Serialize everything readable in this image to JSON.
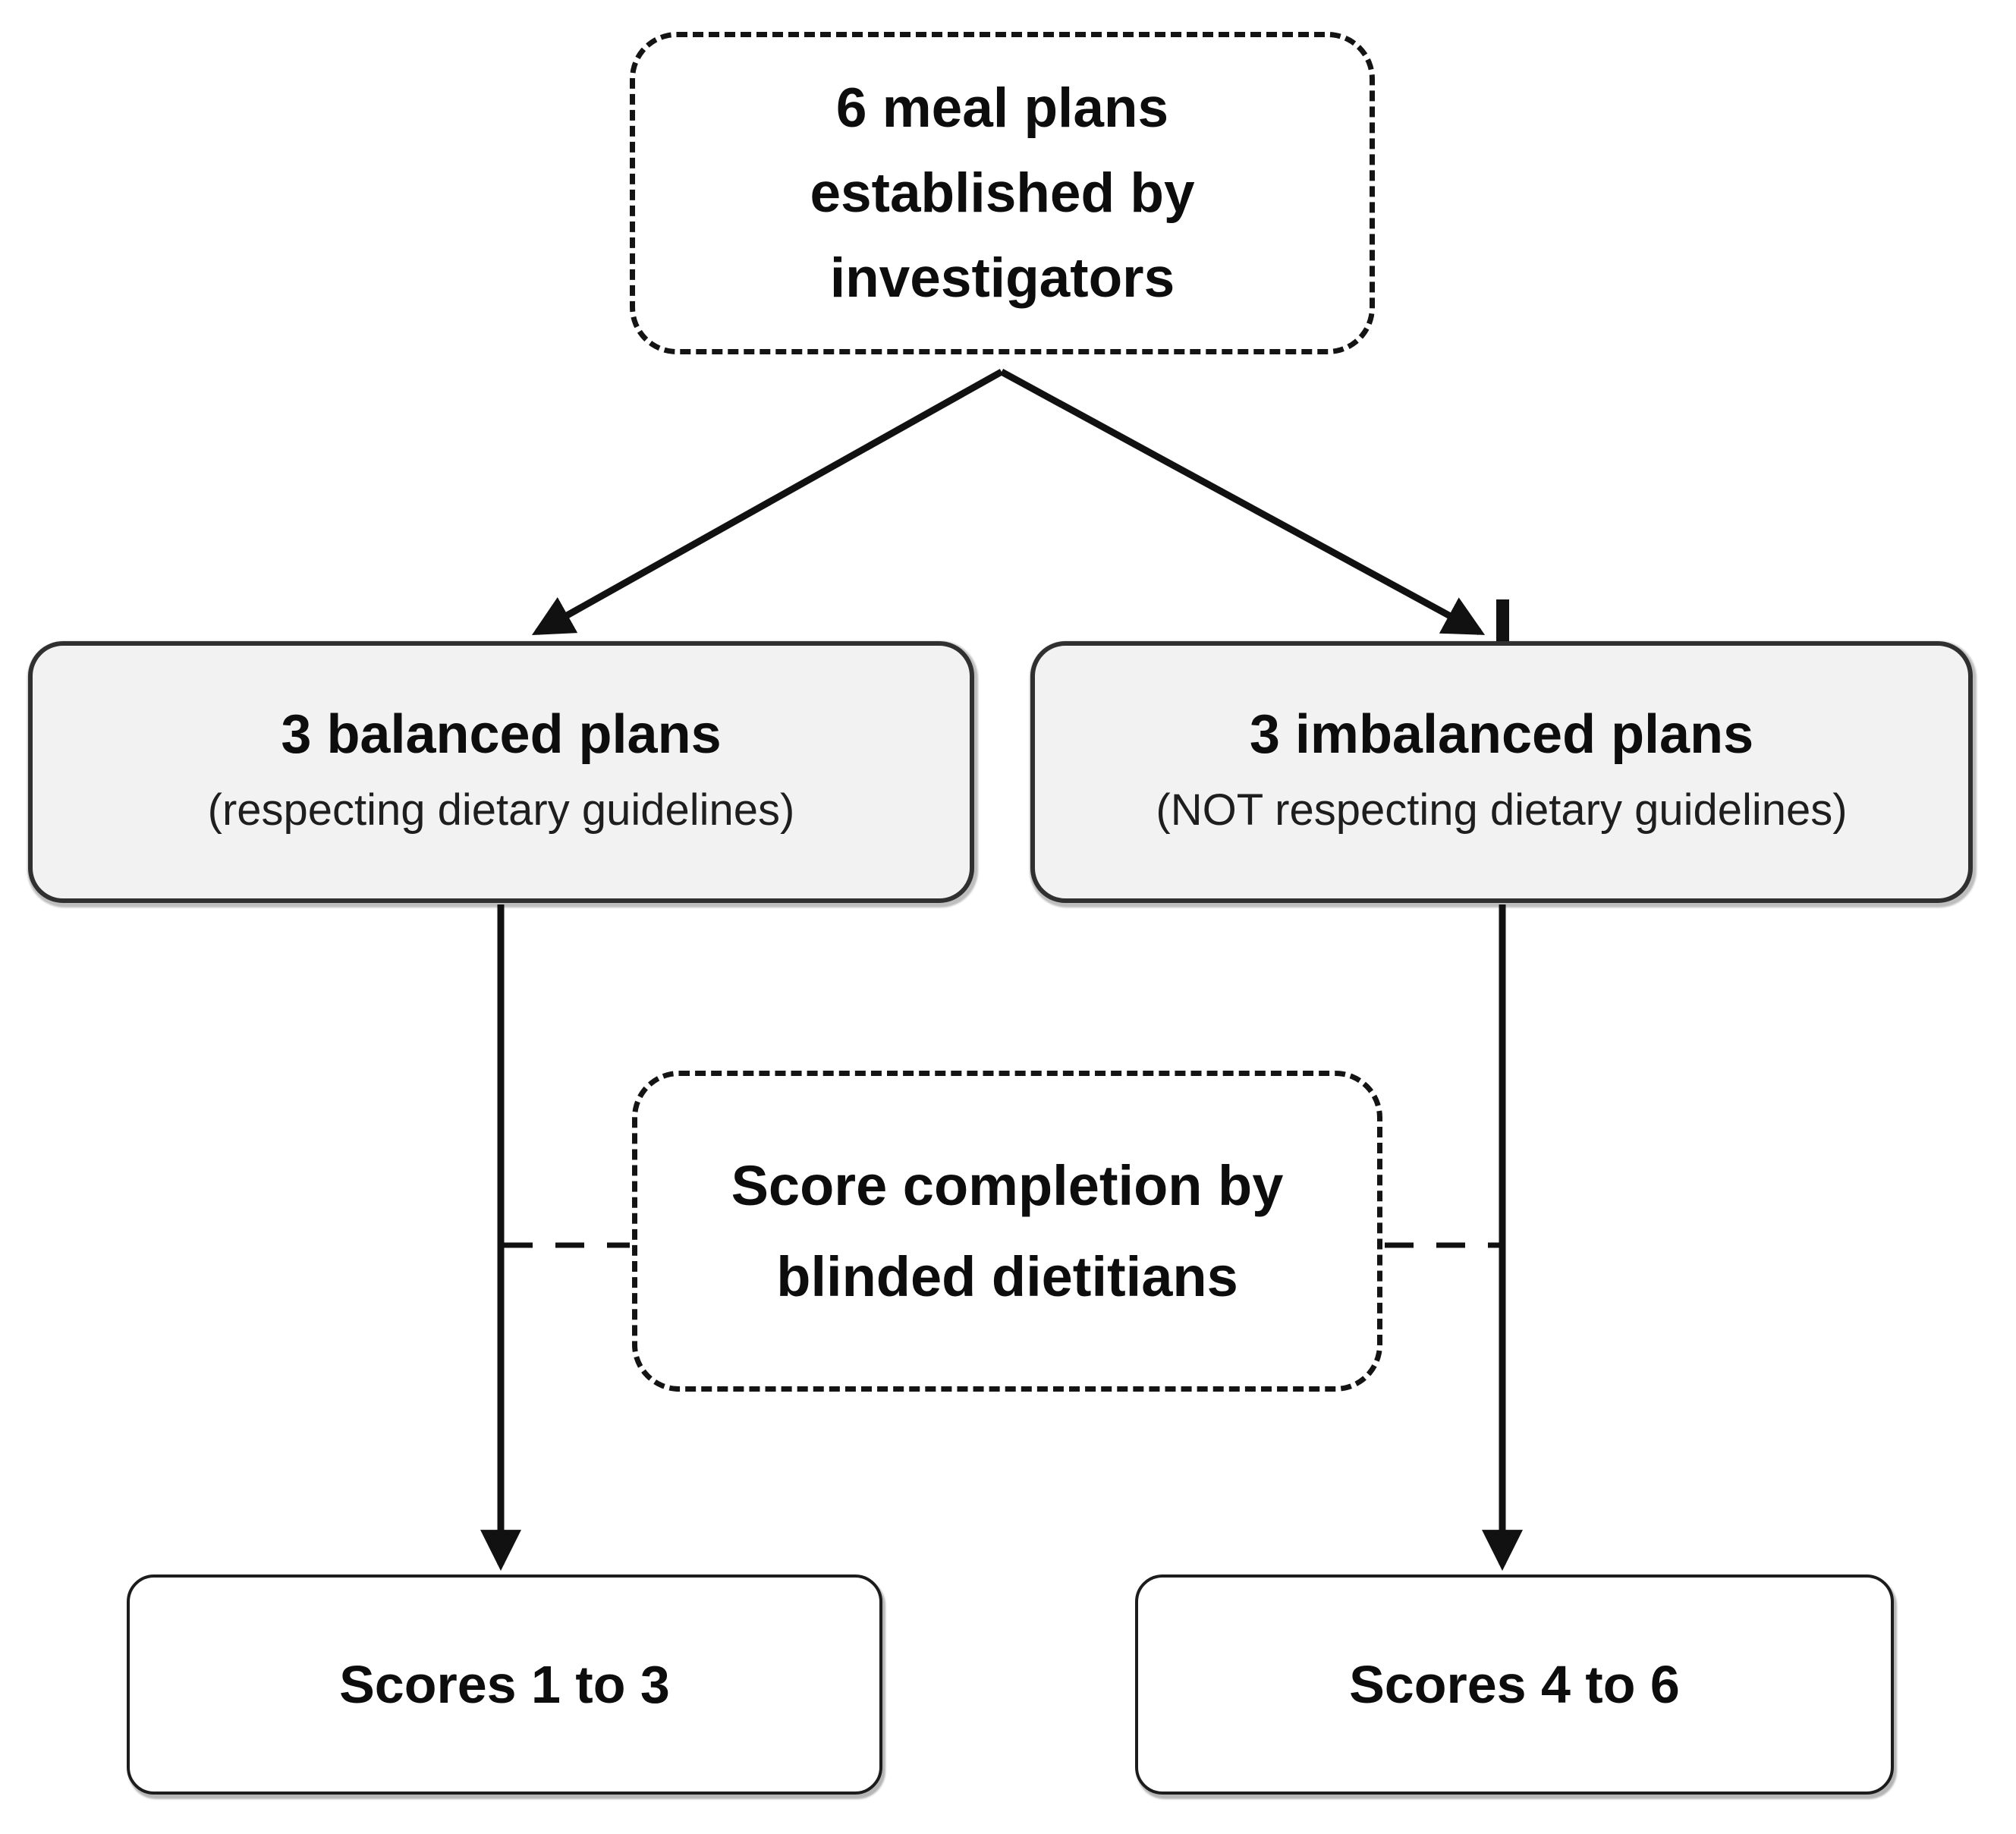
{
  "colors": {
    "line": "#111111",
    "dashed_border": "#141414",
    "box_fill": "#f2f2f2",
    "box_border": "#303030",
    "white_box_fill": "#ffffff",
    "white_box_border": "#1c1c1c",
    "text": "#0d0d0d",
    "background": "#ffffff"
  },
  "diagram_type": "study-design-flowchart",
  "nodes": {
    "meal_plans": {
      "line1": "6 meal plans",
      "line2": "established by",
      "line3": "investigators"
    },
    "balanced": {
      "title": "3 balanced plans",
      "subtitle": "(respecting dietary guidelines)"
    },
    "imbalanced": {
      "title": "3 imbalanced plans",
      "subtitle": "(NOT respecting dietary guidelines)"
    },
    "score_completion": {
      "line1": "Score completion by",
      "line2": "blinded dietitians"
    },
    "scores_low": {
      "label": "Scores 1 to 3"
    },
    "scores_high": {
      "label": "Scores 4 to 6"
    }
  }
}
